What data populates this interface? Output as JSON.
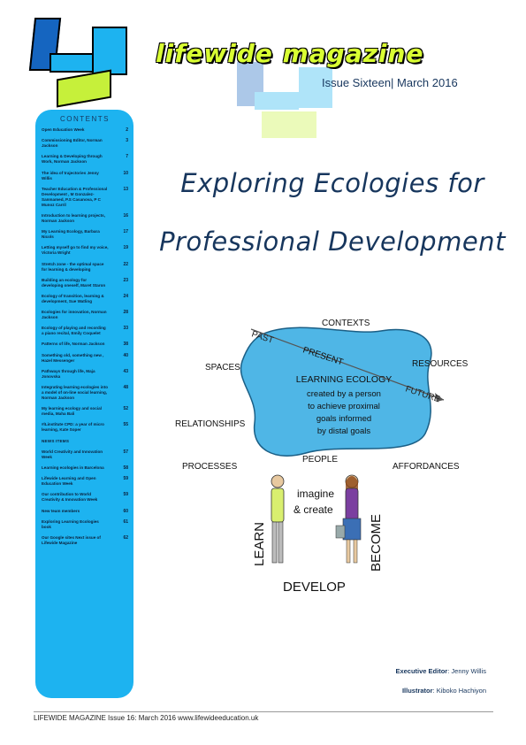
{
  "magazine": {
    "title": "lifewide magazine",
    "issue": "Issue Sixteen| March 2016"
  },
  "contents": {
    "heading": "CONTENTS",
    "items": [
      {
        "title": "Open Education Week",
        "page": "2"
      },
      {
        "title": "Commissioning Editor, Norman Jackson",
        "page": "3"
      },
      {
        "title": "Learning & Developing through Work, Norman Jackson",
        "page": "7"
      },
      {
        "title": "The idea of trajectories Jenny Willis",
        "page": "10"
      },
      {
        "title": "Teacher Education & Professional Development , M Gonzalez-Sanmamed, P.S Casanova, P C Munoz Carril",
        "page": "13"
      },
      {
        "title": "Introduction to learning projects, Norman Jackson",
        "page": "16"
      },
      {
        "title": "My Learning Ecology, Barbara Nicols",
        "page": "17"
      },
      {
        "title": "Letting myself go to find my voice, Victoria Wright",
        "page": "19"
      },
      {
        "title": "Stretch zone - the optimal space for learning & developing",
        "page": "22"
      },
      {
        "title": "Building an ecology for developing oneself, Maret Staron",
        "page": "23"
      },
      {
        "title": "Ecology of transition, learning & development, Sue Watling",
        "page": "24"
      },
      {
        "title": "Ecologies for innovation, Norman Jackson",
        "page": "28"
      },
      {
        "title": "Ecology of playing and recording a piano recital, Emily Coquelet",
        "page": "33"
      },
      {
        "title": "Patterns of life, Norman Jackson",
        "page": "38"
      },
      {
        "title": "Something old, something new , Hazel Messenger",
        "page": "40"
      },
      {
        "title": "Pathways through life, Maja Jonovska",
        "page": "43"
      },
      {
        "title": "Integrating learning ecologies into a model of on-line social learning, Norman Jackson",
        "page": "48"
      },
      {
        "title": "My learning ecology and social media, Maha Bali",
        "page": "52"
      },
      {
        "title": "#lLinstitute CPD: a year of micro learning, Kate Soper",
        "page": "55"
      },
      {
        "title": "NEWS ITEMS",
        "page": "",
        "section": true
      },
      {
        "title": "World Creativity and Innovation Week",
        "page": "57"
      },
      {
        "title": "Learning ecologies in Barcelona",
        "page": "58"
      },
      {
        "title": "Lifewide Learning and Open Education Week",
        "page": "59"
      },
      {
        "title": "Our contribution to World Creativity & Innovation Week",
        "page": "59"
      },
      {
        "title": "New team members",
        "page": "60"
      },
      {
        "title": "Exploring Learning Ecologies book",
        "page": "61"
      },
      {
        "title": "Our Google sites Next issue of Lifewide Magazine",
        "page": "62"
      }
    ]
  },
  "headline": {
    "line1": "Exploring Ecologies for",
    "line2": "Professional Development"
  },
  "diagram": {
    "center_title": "LEARNING ECOLOGY",
    "center_lines": [
      "created by a person",
      "to achieve proximal",
      "goals informed",
      "by distal goals"
    ],
    "contexts": "CONTEXTS",
    "spaces": "SPACES",
    "resources": "RESOURCES",
    "relationships": "RELATIONSHIPS",
    "processes": "PROCESSES",
    "people": "PEOPLE",
    "affordances": "AFFORDANCES",
    "past": "PAST",
    "present": "PRESENT",
    "future": "FUTURE",
    "imagine": "imagine",
    "create": "& create",
    "learn": "LEARN",
    "become": "BECOME",
    "develop": "DEVELOP"
  },
  "credits": {
    "editor_label": "Executive Editor",
    "editor_name": ": Jenny Willis",
    "illustrator_label": "Illustrator",
    "illustrator_name": ": Kiboko Hachiyon"
  },
  "footer": "LIFEWIDE MAGAZINE Issue 16: March 2016 www.lifewideeducation.uk",
  "colors": {
    "title_lime": "#d9ff33",
    "sidebar_blue": "#1db3f0",
    "heading_navy": "#17365d",
    "diagram_blue": "#4fb6e6"
  }
}
